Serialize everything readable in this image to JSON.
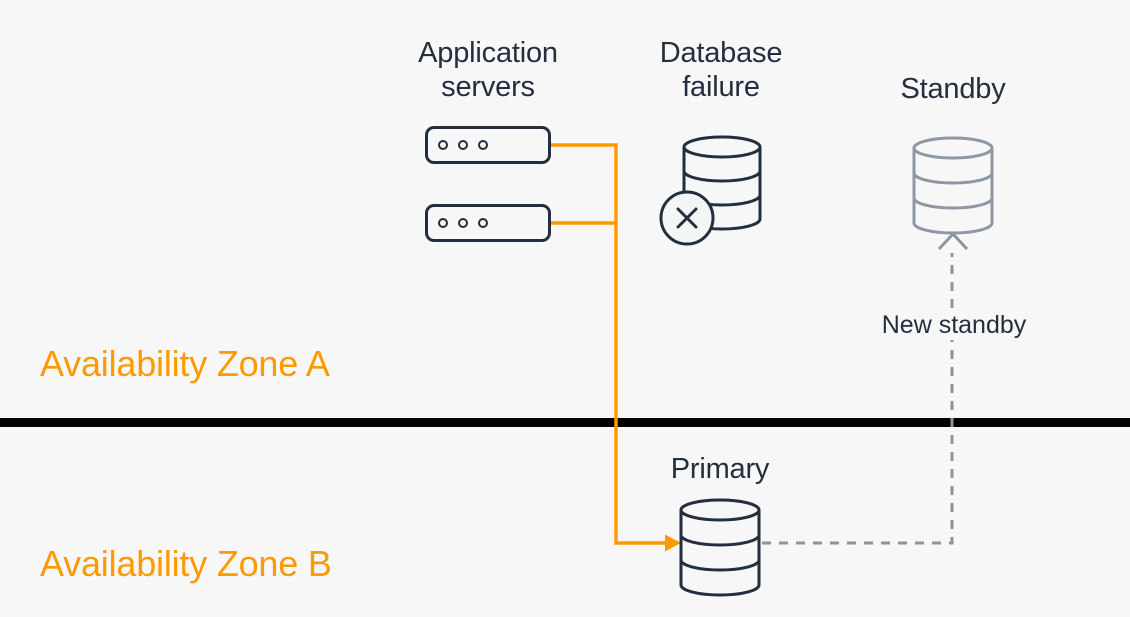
{
  "diagram": {
    "type": "aws-multi-az-failover-diagram",
    "zones": {
      "zone_a": {
        "label": "Availability Zone A"
      },
      "zone_b": {
        "label": "Availability Zone B"
      }
    },
    "nodes": {
      "app_servers": {
        "label": "Application servers",
        "icon": "server-icon",
        "count": 2
      },
      "db_failure": {
        "label": "Database failure",
        "icon": "database-failure-icon"
      },
      "standby": {
        "label": "Standby",
        "icon": "database-icon-gray"
      },
      "primary": {
        "label": "Primary",
        "icon": "database-icon"
      },
      "new_standby": {
        "label": "New standby"
      }
    },
    "connections": [
      {
        "from": "app_servers",
        "to": "primary",
        "style": "solid",
        "color": "#FF9900",
        "arrow": "into-primary"
      },
      {
        "from": "primary",
        "to": "standby",
        "style": "dashed",
        "color": "#8B95A1",
        "arrow": "into-standby"
      }
    ],
    "colors": {
      "background": "#F7F7F7",
      "ink": "#232F3E",
      "accent_orange": "#FF9900",
      "inactive_gray": "#8E98A4",
      "dashed_gray": "#8B95A1",
      "divider_black": "#000000"
    }
  }
}
